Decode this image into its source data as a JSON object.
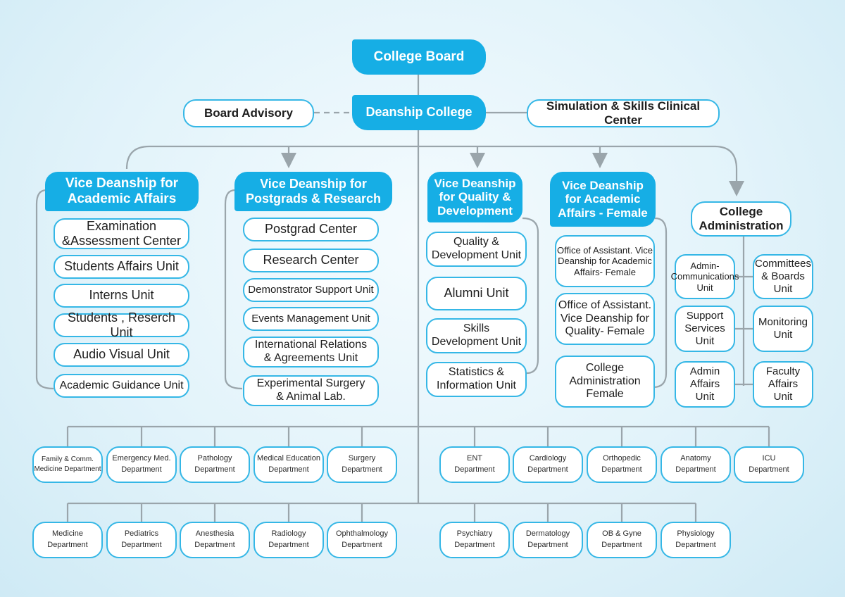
{
  "top": {
    "college_board": "College Board",
    "deanship_college": "Deanship College",
    "board_advisory": "Board Advisory",
    "simulation_center": "Simulation & Skills Clinical Center"
  },
  "branches": [
    {
      "title": "Vice Deanship for\nAcademic Affairs",
      "units": [
        "Examination\n&Assessment Center",
        "Students Affairs Unit",
        "Interns Unit",
        "Students , Reserch Unit",
        "Audio Visual Unit",
        "Academic Guidance Unit"
      ]
    },
    {
      "title": "Vice Deanship for\nPostgrads & Research",
      "units": [
        "Postgrad Center",
        "Research Center",
        "Demonstrator Support Unit",
        "Events Management Unit",
        "International Relations\n& Agreements Unit",
        "Experimental Surgery\n& Animal Lab."
      ]
    },
    {
      "title": "Vice Deanship\nfor Quality &\nDevelopment",
      "units": [
        "Quality &\nDevelopment Unit",
        "Alumni Unit",
        "Skills\nDevelopment Unit",
        "Statistics &\nInformation Unit"
      ]
    },
    {
      "title": "Vice Deanship\nfor Academic\nAffairs - Female",
      "units": [
        "Office of Assistant. Vice\nDeanship for Academic\nAffairs- Female",
        "Office of Assistant.\nVice Deanship for\nQuality- Female",
        "College\nAdministration\nFemale"
      ]
    },
    {
      "title": "College\nAdministration",
      "units": [
        "Admin-\nCommunications\nUnit",
        "Committees\n& Boards\nUnit",
        "Support\nServices\nUnit",
        "Monitoring\nUnit",
        "Admin\nAffairs\nUnit",
        "Faculty\nAffairs\nUnit"
      ]
    }
  ],
  "departments_row1": [
    "Family & Comm.\nMedicine Department",
    "Emergency Med.\nDepartment",
    "Pathology\nDepartment",
    "Medical Education\nDepartment",
    "Surgery\nDepartment",
    "ENT\nDepartment",
    "Cardiology\nDepartment",
    "Orthopedic\nDepartment",
    "Anatomy\nDepartment",
    "ICU\nDepartment"
  ],
  "departments_row2": [
    "Medicine\nDepartment",
    "Pediatrics\nDepartment",
    "Anesthesia\nDepartment",
    "Radiology\nDepartment",
    "Ophthalmology\nDepartment",
    "Psychiatry\nDepartment",
    "Dermatology\nDepartment",
    "OB & Gyne\nDepartment",
    "Physiology\nDepartment"
  ],
  "colors": {
    "accent": "#16aee5",
    "border": "#35b7e6",
    "connector": "#9aa5ab"
  }
}
